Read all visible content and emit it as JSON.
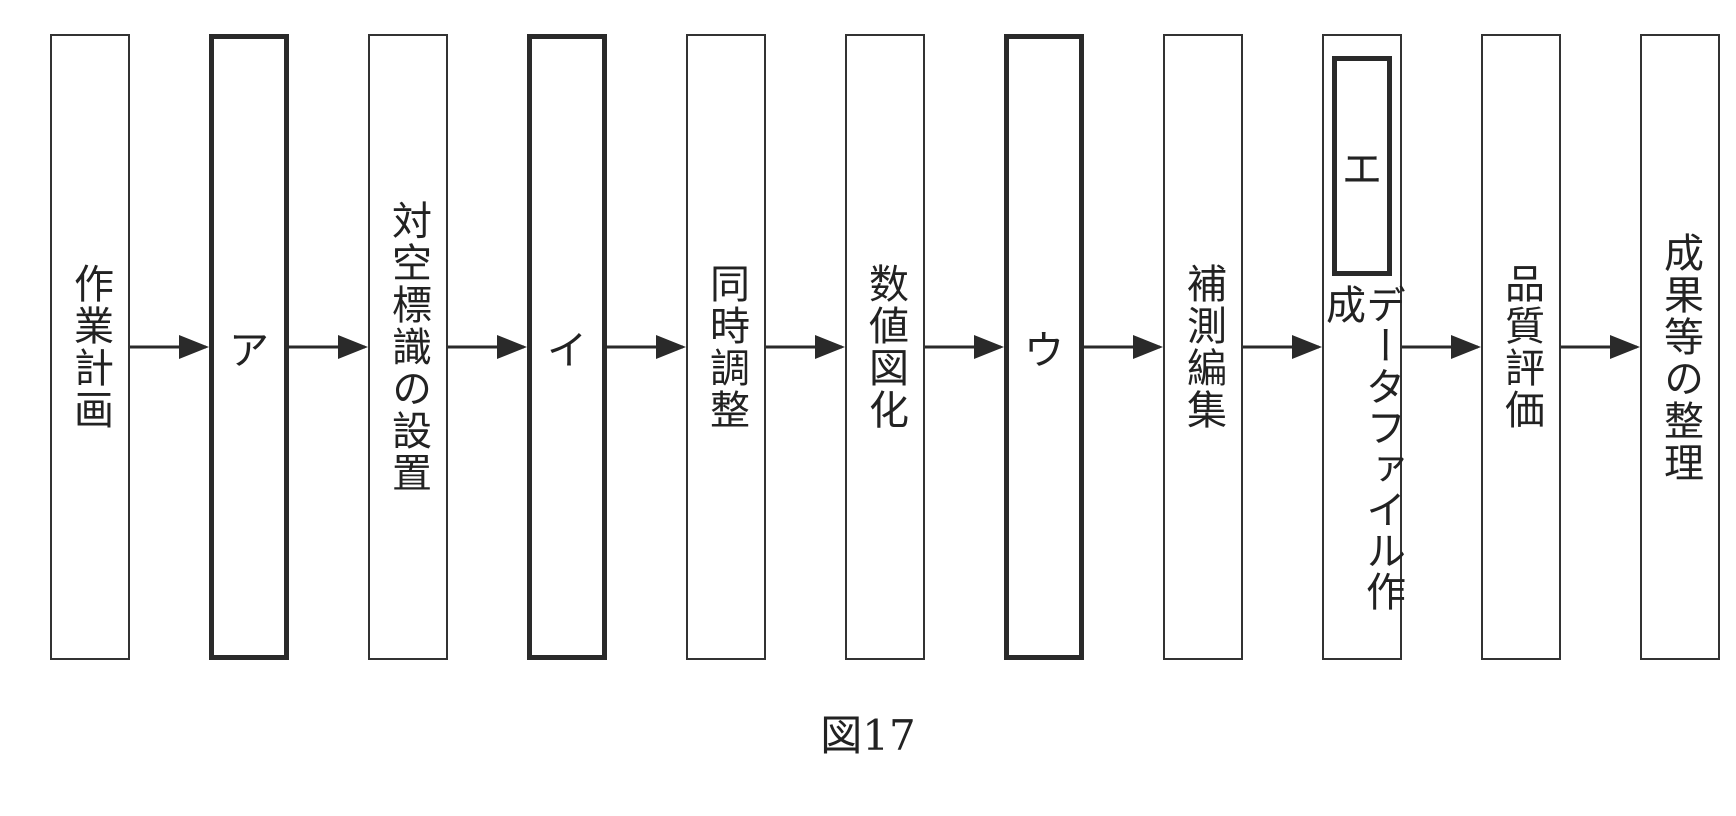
{
  "steps": [
    {
      "id": "s1",
      "label": "作業計画",
      "blank": false
    },
    {
      "id": "s2",
      "label": "ア",
      "blank": true
    },
    {
      "id": "s3",
      "label": "対空標識の設置",
      "blank": false
    },
    {
      "id": "s4",
      "label": "イ",
      "blank": true
    },
    {
      "id": "s5",
      "label": "同時調整",
      "blank": false
    },
    {
      "id": "s6",
      "label": "数値図化",
      "blank": false
    },
    {
      "id": "s7",
      "label": "ウ",
      "blank": true
    },
    {
      "id": "s8",
      "label": "補測編集",
      "blank": false
    },
    {
      "id": "s9",
      "label": "データファイル作成",
      "blank": false,
      "inner_blank": "エ"
    },
    {
      "id": "s10",
      "label": "品質評価",
      "blank": false
    },
    {
      "id": "s11",
      "label": "成果等の整理",
      "blank": false
    }
  ],
  "caption": "図17"
}
